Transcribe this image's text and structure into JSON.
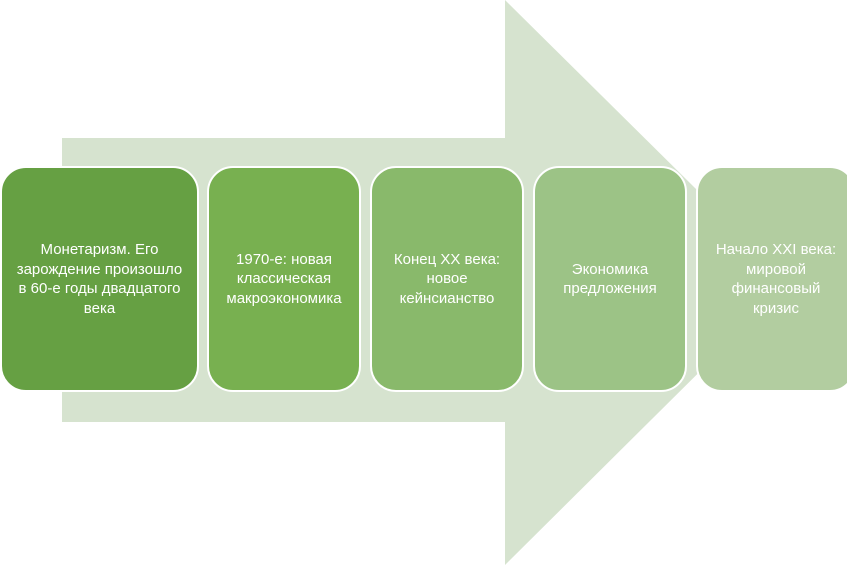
{
  "arrow": {
    "color": "#d6e3cf"
  },
  "stages": [
    {
      "text": "Монетаризм. Его зарождение произошло в 60-е годы двадцатого века",
      "color": "#66a043"
    },
    {
      "text": "1970-е: новая классическая макроэкономика",
      "color": "#78b050"
    },
    {
      "text": "Конец XX века: новое кейнсианство",
      "color": "#89b96b"
    },
    {
      "text": "Экономика предложения",
      "color": "#9cc386"
    },
    {
      "text": "Начало XXI века: мировой финансовый кризис",
      "color": "#b2cda0"
    }
  ]
}
